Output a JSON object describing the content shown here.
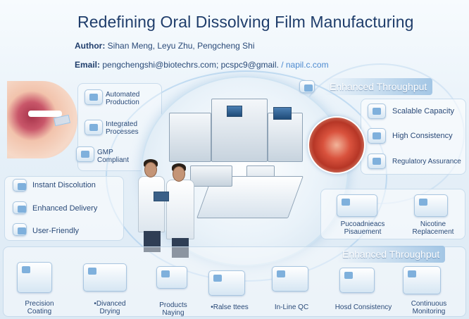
{
  "header": {
    "title": "Redefining Oral Dissolving Film Manufacturing",
    "author_label": "Author:",
    "author_names": "Sihan Meng, Leyu Zhu, Pengcheng Shi",
    "email_label": "Email:",
    "email_value": "pengchengshi@biotechrs.com; pcspc9@gmail.",
    "email_extra": "/ napil.c.com"
  },
  "left_features": [
    {
      "label_line1": "Automated",
      "label_line2": "Production",
      "icon": "conveyor-icon"
    },
    {
      "label_line1": "Integrated",
      "label_line2": "Processes",
      "icon": "gears-icon"
    },
    {
      "label_line1": "GMP",
      "label_line2": "Compliant",
      "icon": "shield-check-icon"
    }
  ],
  "left_benefits": [
    {
      "label": "Instant Discolution",
      "icon": "dissolve-icon"
    },
    {
      "label": "Enhanced Delivery",
      "icon": "delivery-icon"
    },
    {
      "label": "User-Friendly",
      "icon": "hand-icon"
    }
  ],
  "right_top": {
    "banner": "Enhanced Throughput",
    "items": [
      {
        "label": "Scalable Capacity",
        "icon": "boxes-icon"
      },
      {
        "label": "High Consistency",
        "icon": "check-gear-icon"
      },
      {
        "label": "Regulatory Assurance",
        "icon": "document-icon"
      }
    ]
  },
  "right_middle": {
    "items": [
      {
        "label_line1": "Pucoadnieacs",
        "label_line2": "Pisauement",
        "icon": "packages-icon"
      },
      {
        "label_line1": "Nicotine",
        "label_line2": "Replacement",
        "icon": "capsule-icon"
      }
    ]
  },
  "bottom": {
    "banner": "Enhanced Throughput",
    "items": [
      {
        "label_line1": "Precision",
        "label_line2": "Coating",
        "icon": "coater-icon"
      },
      {
        "label_line1": "•Divanced",
        "label_line2": "Drying",
        "icon": "dryer-icon"
      },
      {
        "label_line1": "Products",
        "label_line2": "Naying",
        "icon": "products-icon"
      },
      {
        "label_line1": "•Ralse ttees",
        "label_line2": "",
        "icon": "press-icon"
      },
      {
        "label_line1": "In-Line QC",
        "label_line2": "",
        "icon": "monitor-icon"
      },
      {
        "label_line1": "Hosd Consistency",
        "label_line2": "",
        "icon": "scale-icon"
      },
      {
        "label_line1": "Continuous",
        "label_line2": "Monitoring",
        "icon": "dashboard-icon"
      }
    ]
  },
  "colors": {
    "title": "#1f3d6b",
    "accent": "#4d8ad0",
    "banner": "#96bee1"
  }
}
